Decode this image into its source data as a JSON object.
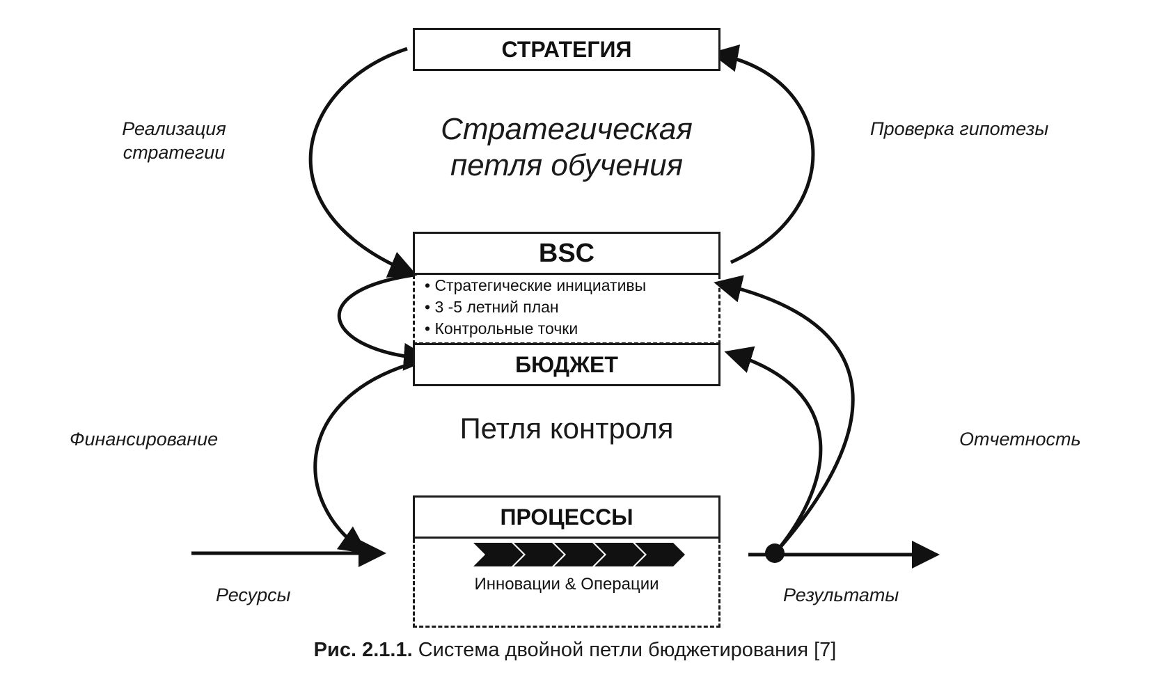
{
  "boxes": {
    "strategy": "СТРАТЕГИЯ",
    "bsc": "BSC",
    "budget": "БЮДЖЕТ",
    "processes": "ПРОЦЕССЫ"
  },
  "bsc_items": [
    "• Стратегические инициативы",
    "• 3 -5 летний план",
    "• Контрольные точки"
  ],
  "processes_caption": "Инновации & Операции",
  "loops": {
    "learning_line1": "Стратегическая",
    "learning_line2": "петля обучения",
    "control": "Петля контроля"
  },
  "labels": {
    "realization_line1": "Реализация",
    "realization_line2": "стратегии",
    "hypothesis": "Проверка гипотезы",
    "financing": "Финансирование",
    "reporting": "Отчетность",
    "resources": "Ресурсы",
    "results": "Результаты"
  },
  "caption": {
    "prefix": "Рис. 2.1.1.",
    "text": " Система двойной петли бюджетирования [7]"
  }
}
